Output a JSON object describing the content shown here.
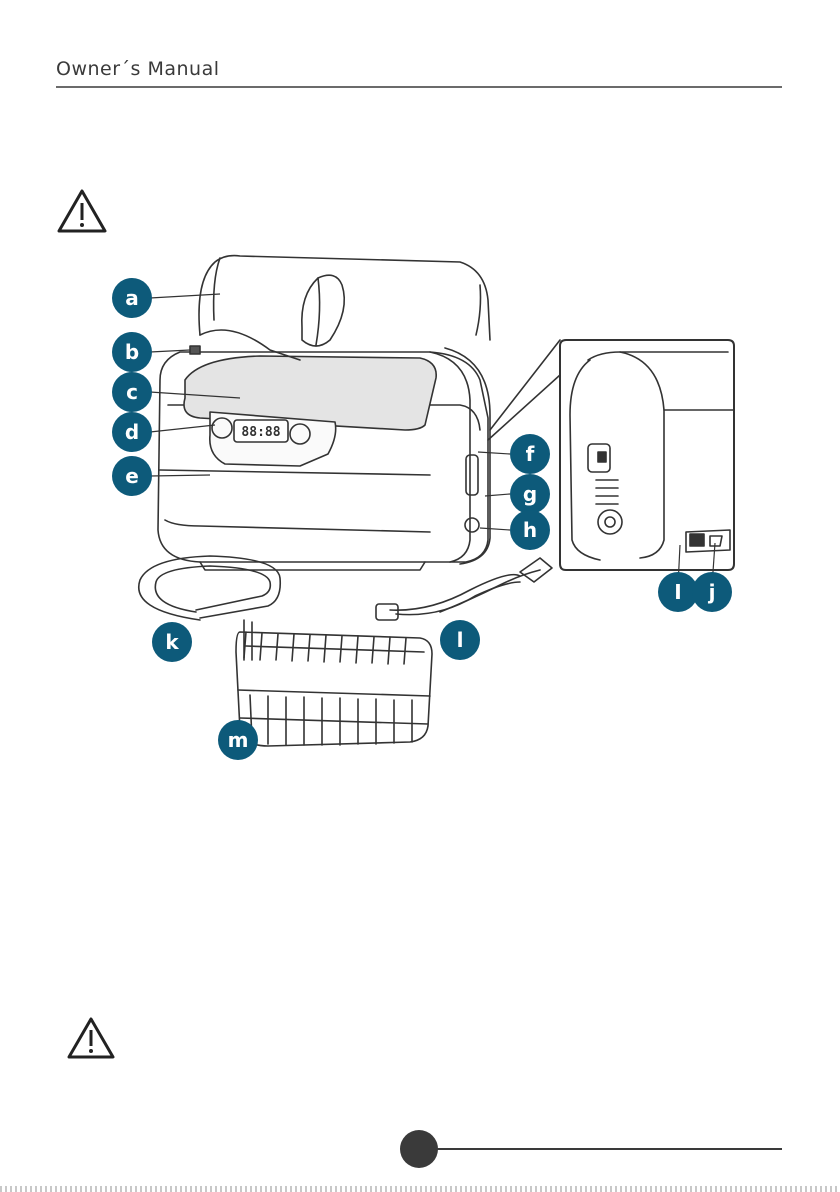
{
  "header": {
    "title": "Owner´s Manual"
  },
  "callouts": {
    "a": "a",
    "b": "b",
    "c": "c",
    "d": "d",
    "e": "e",
    "f": "f",
    "g": "g",
    "h": "h",
    "i": "I",
    "j": "j",
    "k": "k",
    "l": "l",
    "m": "m"
  },
  "display": {
    "readout": "88:88"
  },
  "colors": {
    "callout": "#0d5a7a",
    "ink": "#3a3a3a",
    "line": "#333333"
  },
  "icons": [
    "warning-triangle-icon"
  ]
}
